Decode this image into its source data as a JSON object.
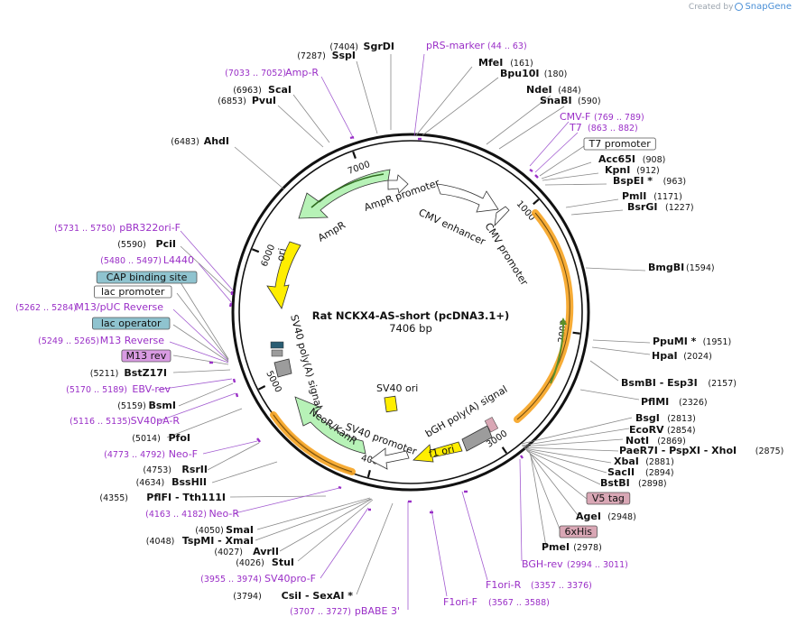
{
  "branding": {
    "created_by": "Created by",
    "app": "SnapGene"
  },
  "plasmid": {
    "name": "Rat NCKX4-AS-short (pcDNA3.1+)",
    "length": "7406 bp"
  },
  "colors": {
    "site": "#111111",
    "primer": "#9a2fc7",
    "ori": "#ffee00",
    "resistance": "#b7f2b7",
    "promoter": "#ffffff",
    "orf": "#f6a320",
    "polyA": "#9c9c9c"
  },
  "ticks": [
    "1000",
    "2000",
    "3000",
    "4000",
    "5000",
    "6000",
    "7000"
  ],
  "labels": [
    {
      "name": "SgrDI",
      "coord": "(7404)",
      "kind": "site"
    },
    {
      "name": "pRS-marker",
      "coord": "(44 .. 63)",
      "kind": "primer"
    },
    {
      "name": "SspI",
      "coord": "(7287)",
      "kind": "site"
    },
    {
      "name": "MfeI",
      "coord": "(161)",
      "kind": "site"
    },
    {
      "name": "Amp-R",
      "coord": "(7033 .. 7052)",
      "kind": "primer"
    },
    {
      "name": "Bpu10I",
      "coord": "(180)",
      "kind": "site"
    },
    {
      "name": "ScaI",
      "coord": "(6963)",
      "kind": "site"
    },
    {
      "name": "PvuI",
      "coord": "(6853)",
      "kind": "site"
    },
    {
      "name": "NdeI",
      "coord": "(484)",
      "kind": "site"
    },
    {
      "name": "SnaBI",
      "coord": "(590)",
      "kind": "site"
    },
    {
      "name": "CMV-F",
      "coord": "(769 .. 789)",
      "kind": "primer"
    },
    {
      "name": "T7",
      "coord": "(863 .. 882)",
      "kind": "primer"
    },
    {
      "name": "T7 promoter",
      "coord": "",
      "kind": "boxwhite"
    },
    {
      "name": "AhdI",
      "coord": "(6483)",
      "kind": "site"
    },
    {
      "name": "Acc65I",
      "coord": "(908)",
      "kind": "site"
    },
    {
      "name": "KpnI",
      "coord": "(912)",
      "kind": "site"
    },
    {
      "name": "BspEI *",
      "coord": "(963)",
      "kind": "site"
    },
    {
      "name": "PmlI",
      "coord": "(1171)",
      "kind": "site"
    },
    {
      "name": "BsrGI",
      "coord": "(1227)",
      "kind": "site"
    },
    {
      "name": "pBR322ori-F",
      "coord": "(5731 .. 5750)",
      "kind": "primer"
    },
    {
      "name": "PciI",
      "coord": "(5590)",
      "kind": "site"
    },
    {
      "name": "L4440",
      "coord": "(5480 .. 5497)",
      "kind": "primer"
    },
    {
      "name": "BmgBI",
      "coord": "(1594)",
      "kind": "site"
    },
    {
      "name": "CAP binding site",
      "coord": "",
      "kind": "boxteal"
    },
    {
      "name": "lac promoter",
      "coord": "",
      "kind": "boxwhite"
    },
    {
      "name": "M13/pUC Reverse",
      "coord": "(5262 .. 5284)",
      "kind": "primer"
    },
    {
      "name": "lac operator",
      "coord": "",
      "kind": "boxteal"
    },
    {
      "name": "M13 Reverse",
      "coord": "(5249 .. 5265)",
      "kind": "primer"
    },
    {
      "name": "PpuMI *",
      "coord": "(1951)",
      "kind": "site"
    },
    {
      "name": "HpaI",
      "coord": "(2024)",
      "kind": "site"
    },
    {
      "name": "M13 rev",
      "coord": "",
      "kind": "boxpurple"
    },
    {
      "name": "BstZ17I",
      "coord": "(5211)",
      "kind": "site"
    },
    {
      "name": "BsmBI - Esp3I",
      "coord": "(2157)",
      "kind": "site"
    },
    {
      "name": "EBV-rev",
      "coord": "(5170 .. 5189)",
      "kind": "primer"
    },
    {
      "name": "PflMI",
      "coord": "(2326)",
      "kind": "site"
    },
    {
      "name": "BsmI",
      "coord": "(5159)",
      "kind": "site"
    },
    {
      "name": "SV40pA-R",
      "coord": "(5116 .. 5135)",
      "kind": "primer"
    },
    {
      "name": "BsgI",
      "coord": "(2813)",
      "kind": "site"
    },
    {
      "name": "EcoRV",
      "coord": "(2854)",
      "kind": "site"
    },
    {
      "name": "PfoI",
      "coord": "(5014)",
      "kind": "site"
    },
    {
      "name": "NotI",
      "coord": "(2869)",
      "kind": "site"
    },
    {
      "name": "PaeR7I - PspXI - XhoI",
      "coord": "(2875)",
      "kind": "site"
    },
    {
      "name": "Neo-F",
      "coord": "(4773 .. 4792)",
      "kind": "primer"
    },
    {
      "name": "XbaI",
      "coord": "(2881)",
      "kind": "site"
    },
    {
      "name": "RsrII",
      "coord": "(4753)",
      "kind": "site"
    },
    {
      "name": "SacII",
      "coord": "(2894)",
      "kind": "site"
    },
    {
      "name": "BssHII",
      "coord": "(4634)",
      "kind": "site"
    },
    {
      "name": "BstBI",
      "coord": "(2898)",
      "kind": "site"
    },
    {
      "name": "PflFI - Tth111I",
      "coord": "(4355)",
      "kind": "site"
    },
    {
      "name": "V5 tag",
      "coord": "",
      "kind": "boxpink"
    },
    {
      "name": "Neo-R",
      "coord": "(4163 .. 4182)",
      "kind": "primer"
    },
    {
      "name": "AgeI",
      "coord": "(2948)",
      "kind": "site"
    },
    {
      "name": "SmaI",
      "coord": "(4050)",
      "kind": "site"
    },
    {
      "name": "6xHis",
      "coord": "",
      "kind": "boxpink"
    },
    {
      "name": "TspMI - XmaI",
      "coord": "(4048)",
      "kind": "site"
    },
    {
      "name": "AvrII",
      "coord": "(4027)",
      "kind": "site"
    },
    {
      "name": "PmeI",
      "coord": "(2978)",
      "kind": "site"
    },
    {
      "name": "StuI",
      "coord": "(4026)",
      "kind": "site"
    },
    {
      "name": "BGH-rev",
      "coord": "(2994 .. 3011)",
      "kind": "primer"
    },
    {
      "name": "SV40pro-F",
      "coord": "(3955 .. 3974)",
      "kind": "primer"
    },
    {
      "name": "F1ori-R",
      "coord": "(3357 .. 3376)",
      "kind": "primer"
    },
    {
      "name": "CsiI - SexAI *",
      "coord": "(3794)",
      "kind": "site"
    },
    {
      "name": "F1ori-F",
      "coord": "(3567 .. 3588)",
      "kind": "primer"
    },
    {
      "name": "pBABE 3'",
      "coord": "(3707 .. 3727)",
      "kind": "primer"
    }
  ],
  "features": [
    {
      "name": "AmpR promoter"
    },
    {
      "name": "AmpR"
    },
    {
      "name": "CMV enhancer"
    },
    {
      "name": "CMV promoter"
    },
    {
      "name": "ori"
    },
    {
      "name": "SV40 poly(A) signal"
    },
    {
      "name": "SV40 ori"
    },
    {
      "name": "NeoR/KanR"
    },
    {
      "name": "SV40 promoter"
    },
    {
      "name": "bGH poly(A) signal"
    },
    {
      "name": "f1 ori"
    }
  ]
}
